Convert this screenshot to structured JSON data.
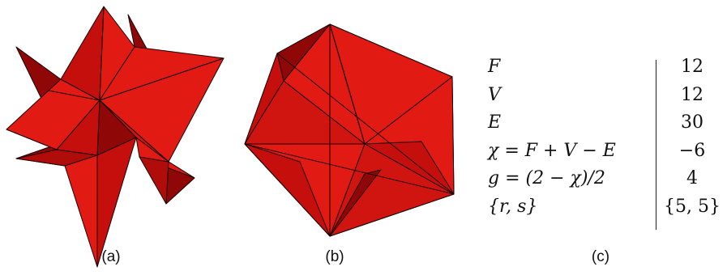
{
  "panels": {
    "a": {
      "caption": "(a)"
    },
    "b": {
      "caption": "(b)"
    },
    "c": {
      "caption": "(c)"
    }
  },
  "table": {
    "rows": [
      {
        "symbol": "F",
        "value": "12"
      },
      {
        "symbol": "V",
        "value": "12"
      },
      {
        "symbol": "E",
        "value": "30"
      },
      {
        "symbol": "χ = F + V − E",
        "value": "−6"
      },
      {
        "symbol": "g = (2 − χ)/2",
        "value": "4"
      },
      {
        "symbol": "{r, s}",
        "value": "{5, 5}"
      }
    ]
  },
  "colors": {
    "face_light": "#e21a14",
    "face_mid": "#c40f0c",
    "face_dark": "#8f0707",
    "edge": "#1a0000"
  }
}
